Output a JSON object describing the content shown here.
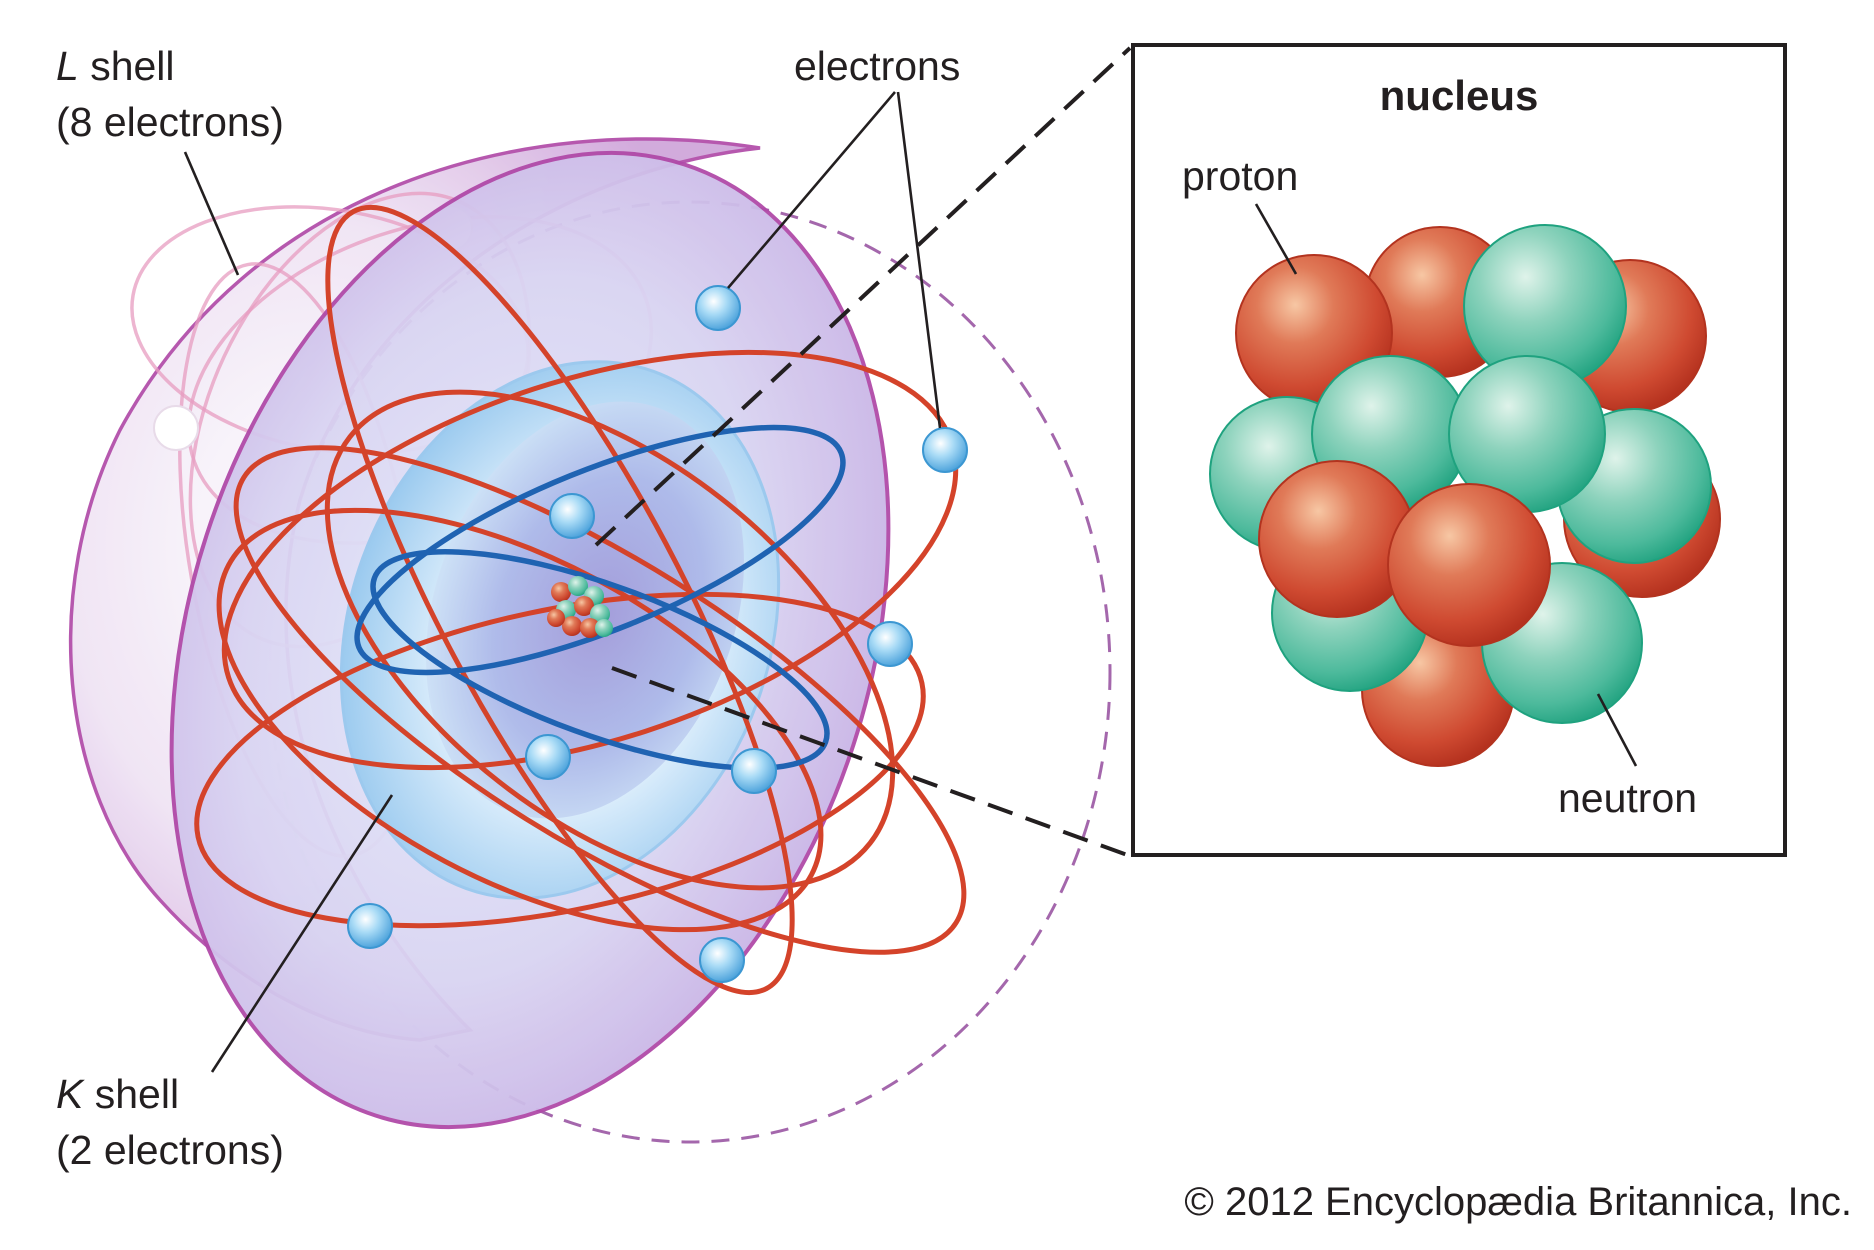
{
  "labels": {
    "l_shell_letter": "L",
    "l_shell_word": " shell",
    "l_shell_count": "(8 electrons)",
    "electrons": "electrons",
    "k_shell_letter": "K",
    "k_shell_word": " shell",
    "k_shell_count": "(2 electrons)",
    "nucleus_title": "nucleus",
    "proton": "proton",
    "neutron": "neutron"
  },
  "copyright": "© 2012 Encyclopædia Britannica, Inc.",
  "colors": {
    "proton": "#d0432d",
    "neutron": "#3cb495",
    "electron": "#7cc1ea",
    "l_shell": "#b04aa8",
    "k_shell": "#7fb7e6",
    "orbit_l": "#d4432a",
    "orbit_k": "#1f63b2"
  },
  "counts": {
    "l_shell_electrons": 8,
    "k_shell_electrons": 2
  }
}
